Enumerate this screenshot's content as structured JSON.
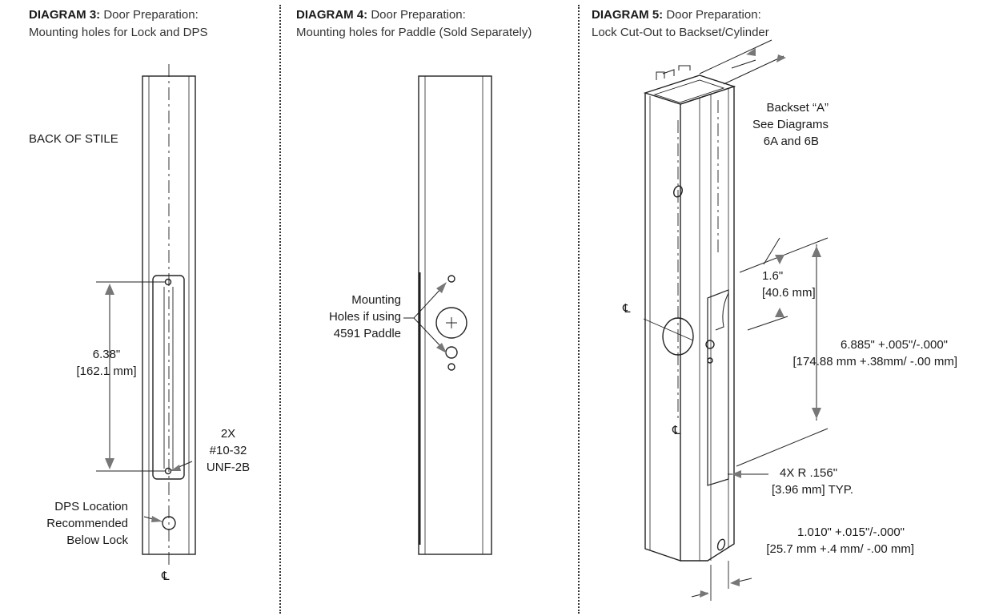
{
  "diagram3": {
    "title_bold": "DIAGRAM 3:",
    "title_rest": "Door Preparation:",
    "subtitle": "Mounting holes for Lock and DPS",
    "back_of_stile": "BACK OF STILE",
    "dim_line1": "6.38\"",
    "dim_line2": "[162.1 mm]",
    "holes_line1": "2X",
    "holes_line2": "#10-32",
    "holes_line3": "UNF-2B",
    "dps_line1": "DPS Location",
    "dps_line2": "Recommended",
    "dps_line3": "Below Lock",
    "centerline": "℄"
  },
  "diagram4": {
    "title_bold": "DIAGRAM 4:",
    "title_rest": "Door Preparation:",
    "subtitle": "Mounting holes for Paddle (Sold Separately)",
    "mount_line1": "Mounting",
    "mount_line2": "Holes if using",
    "mount_line3": "4591 Paddle"
  },
  "diagram5": {
    "title_bold": "DIAGRAM 5:",
    "title_rest": "Door Preparation:",
    "subtitle": "Lock Cut-Out to Backset/Cylinder",
    "backset_line1": "Backset “A”",
    "backset_line2": "See Diagrams",
    "backset_line3": "6A and 6B",
    "dim16_line1": "1.6\"",
    "dim16_line2": "[40.6 mm]",
    "dim6885_line1": "6.885\" +.005\"/-.000\"",
    "dim6885_line2": "[174.88 mm +.38mm/ -.00 mm]",
    "radius_line1": "4X R .156\"",
    "radius_line2": "[3.96 mm] TYP.",
    "dim1010_line1": "1.010\" +.015\"/-.000\"",
    "dim1010_line2": "[25.7 mm +.4 mm/ -.00 mm]",
    "centerline": "℄"
  }
}
